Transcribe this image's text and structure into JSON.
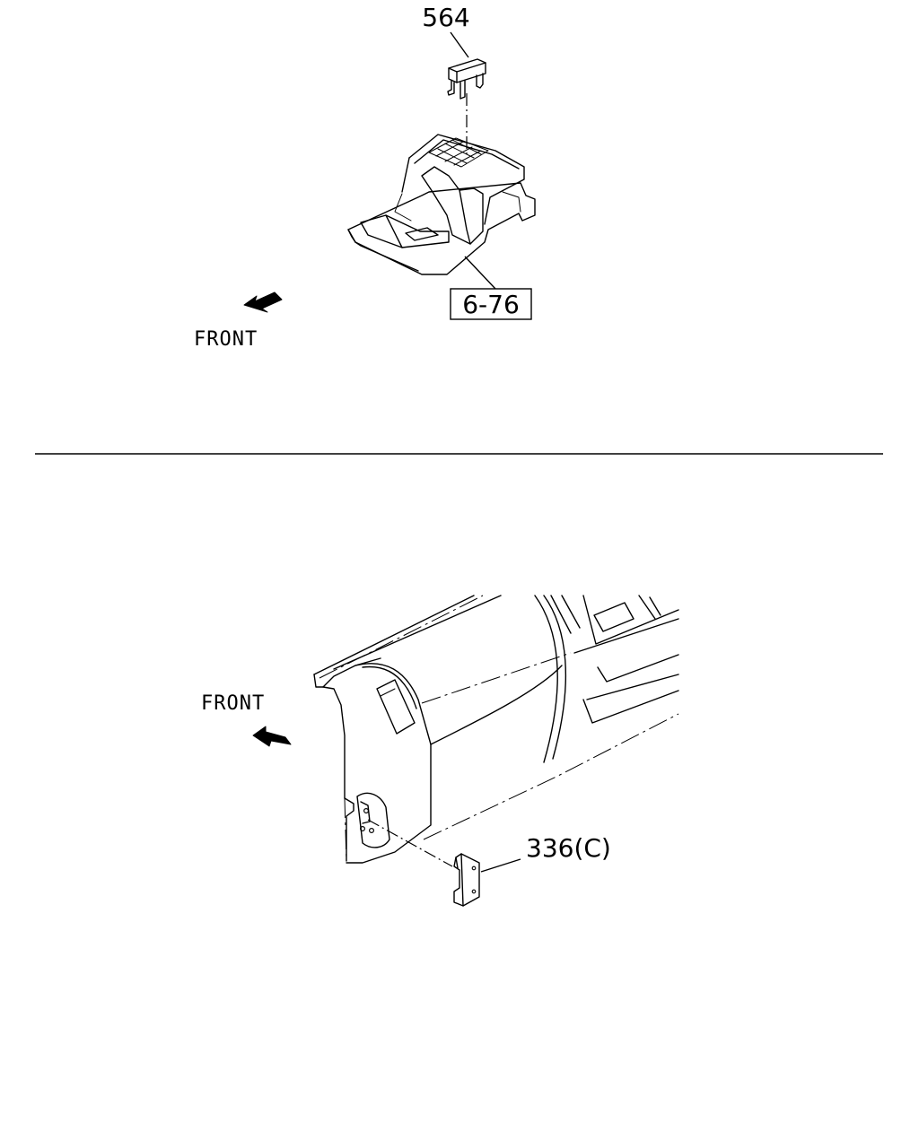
{
  "top_section": {
    "callouts": [
      {
        "id": "clip",
        "label": "564",
        "boxed": false
      },
      {
        "id": "console",
        "label": "6-76",
        "boxed": true
      }
    ],
    "front_label": "FRONT"
  },
  "bottom_section": {
    "callouts": [
      {
        "id": "bracket",
        "label": "336(C)",
        "boxed": false
      }
    ],
    "front_label": "FRONT"
  },
  "colors": {
    "line": "#000000",
    "background": "#ffffff"
  },
  "icons": {
    "front_arrow_top": "arrow-down-left-icon",
    "front_arrow_bottom": "arrow-up-left-icon"
  }
}
